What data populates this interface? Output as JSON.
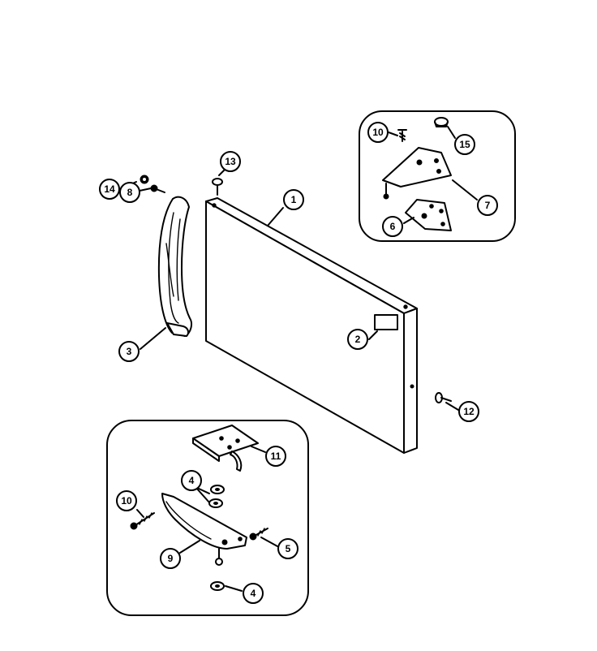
{
  "header_fragments": [
    "' ' '  ' '",
    "''''''  ''"
  ],
  "callouts": [
    {
      "id": "c1",
      "label": "1"
    },
    {
      "id": "c2",
      "label": "2"
    },
    {
      "id": "c3",
      "label": "3"
    },
    {
      "id": "c4a",
      "label": "4"
    },
    {
      "id": "c4b",
      "label": "4"
    },
    {
      "id": "c5",
      "label": "5"
    },
    {
      "id": "c6",
      "label": "6"
    },
    {
      "id": "c7",
      "label": "7"
    },
    {
      "id": "c8",
      "label": "8"
    },
    {
      "id": "c9",
      "label": "9"
    },
    {
      "id": "c10a",
      "label": "10"
    },
    {
      "id": "c10b",
      "label": "10"
    },
    {
      "id": "c11",
      "label": "11"
    },
    {
      "id": "c12",
      "label": "12"
    },
    {
      "id": "c13",
      "label": "13"
    },
    {
      "id": "c14",
      "label": "14"
    },
    {
      "id": "c15",
      "label": "15"
    }
  ]
}
